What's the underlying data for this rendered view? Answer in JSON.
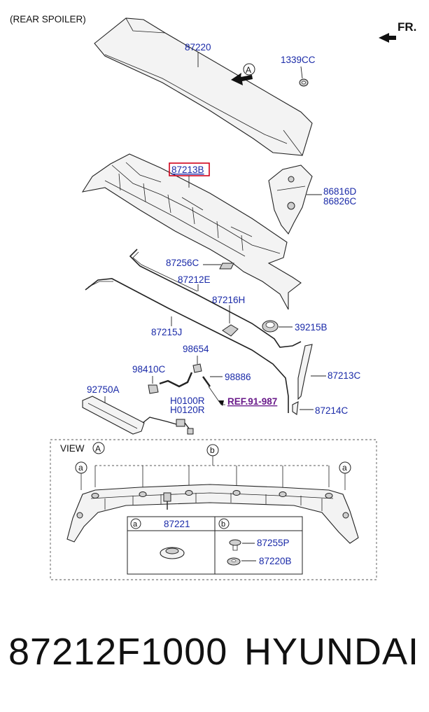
{
  "header": {
    "section_title": "(REAR SPOILER)",
    "direction_label": "FR."
  },
  "labels": {
    "p87220": "87220",
    "p1339CC": "1339CC",
    "p87213B": "87213B",
    "p86816D": "86816D",
    "p86826C": "86826C",
    "p87256C": "87256C",
    "p87212E": "87212E",
    "p87216H": "87216H",
    "p39215B": "39215B",
    "p87215J": "87215J",
    "p98654": "98654",
    "p98410C": "98410C",
    "p98886": "98886",
    "p92750A": "92750A",
    "pH0100R": "H0100R",
    "pH0120R": "H0120R",
    "ref": "REF.91-987",
    "p87213C": "87213C",
    "p87214C": "87214C"
  },
  "callouts": {
    "view_marker": "A"
  },
  "view": {
    "title": "VIEW",
    "marker": "A",
    "callout_a": "a",
    "callout_b": "b",
    "legend": {
      "a_key": "a",
      "a_part": "87221",
      "b_key": "b",
      "b_part1": "87255P",
      "b_part2": "87220B"
    }
  },
  "footer": {
    "part_number": "87212F1000",
    "brand": "HYUNDAI"
  },
  "colors": {
    "label_blue": "#1a2aa8",
    "highlight_red": "#d0021b",
    "ref_purple": "#6a1b8a"
  }
}
